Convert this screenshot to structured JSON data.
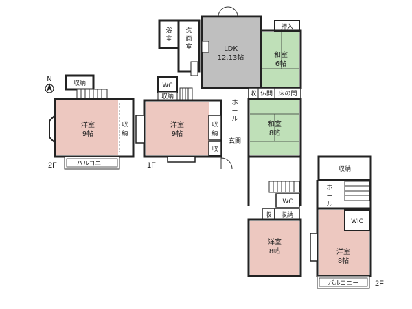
{
  "compass": {
    "north": "N"
  },
  "floors": {
    "left_2f": "2F",
    "center_1f": "1F",
    "right_2f": "2F"
  },
  "colors": {
    "western_room": "#edc8c0",
    "japanese_room": "#bfe0b8",
    "ldk": "#bfbfbf",
    "wall": "#222222"
  },
  "rooms": {
    "bath": "浴室",
    "washroom": "洗面室",
    "ldk": "LDK",
    "ldk_size": "12.13帖",
    "oshiire": "押入",
    "washitsu_6": "和室",
    "washitsu_6_size": "6帖",
    "wc": "WC",
    "storage_small": "収納",
    "shu": "収",
    "butsuma": "仏間",
    "tokonoma": "床の間",
    "hall": "ホール",
    "washitsu_8": "和室",
    "washitsu_8_size": "8帖",
    "entrance": "玄関",
    "yoshitsu": "洋室",
    "size_9": "9帖",
    "size_8": "8帖",
    "balcony": "バルコニー",
    "wic": "WIC"
  }
}
